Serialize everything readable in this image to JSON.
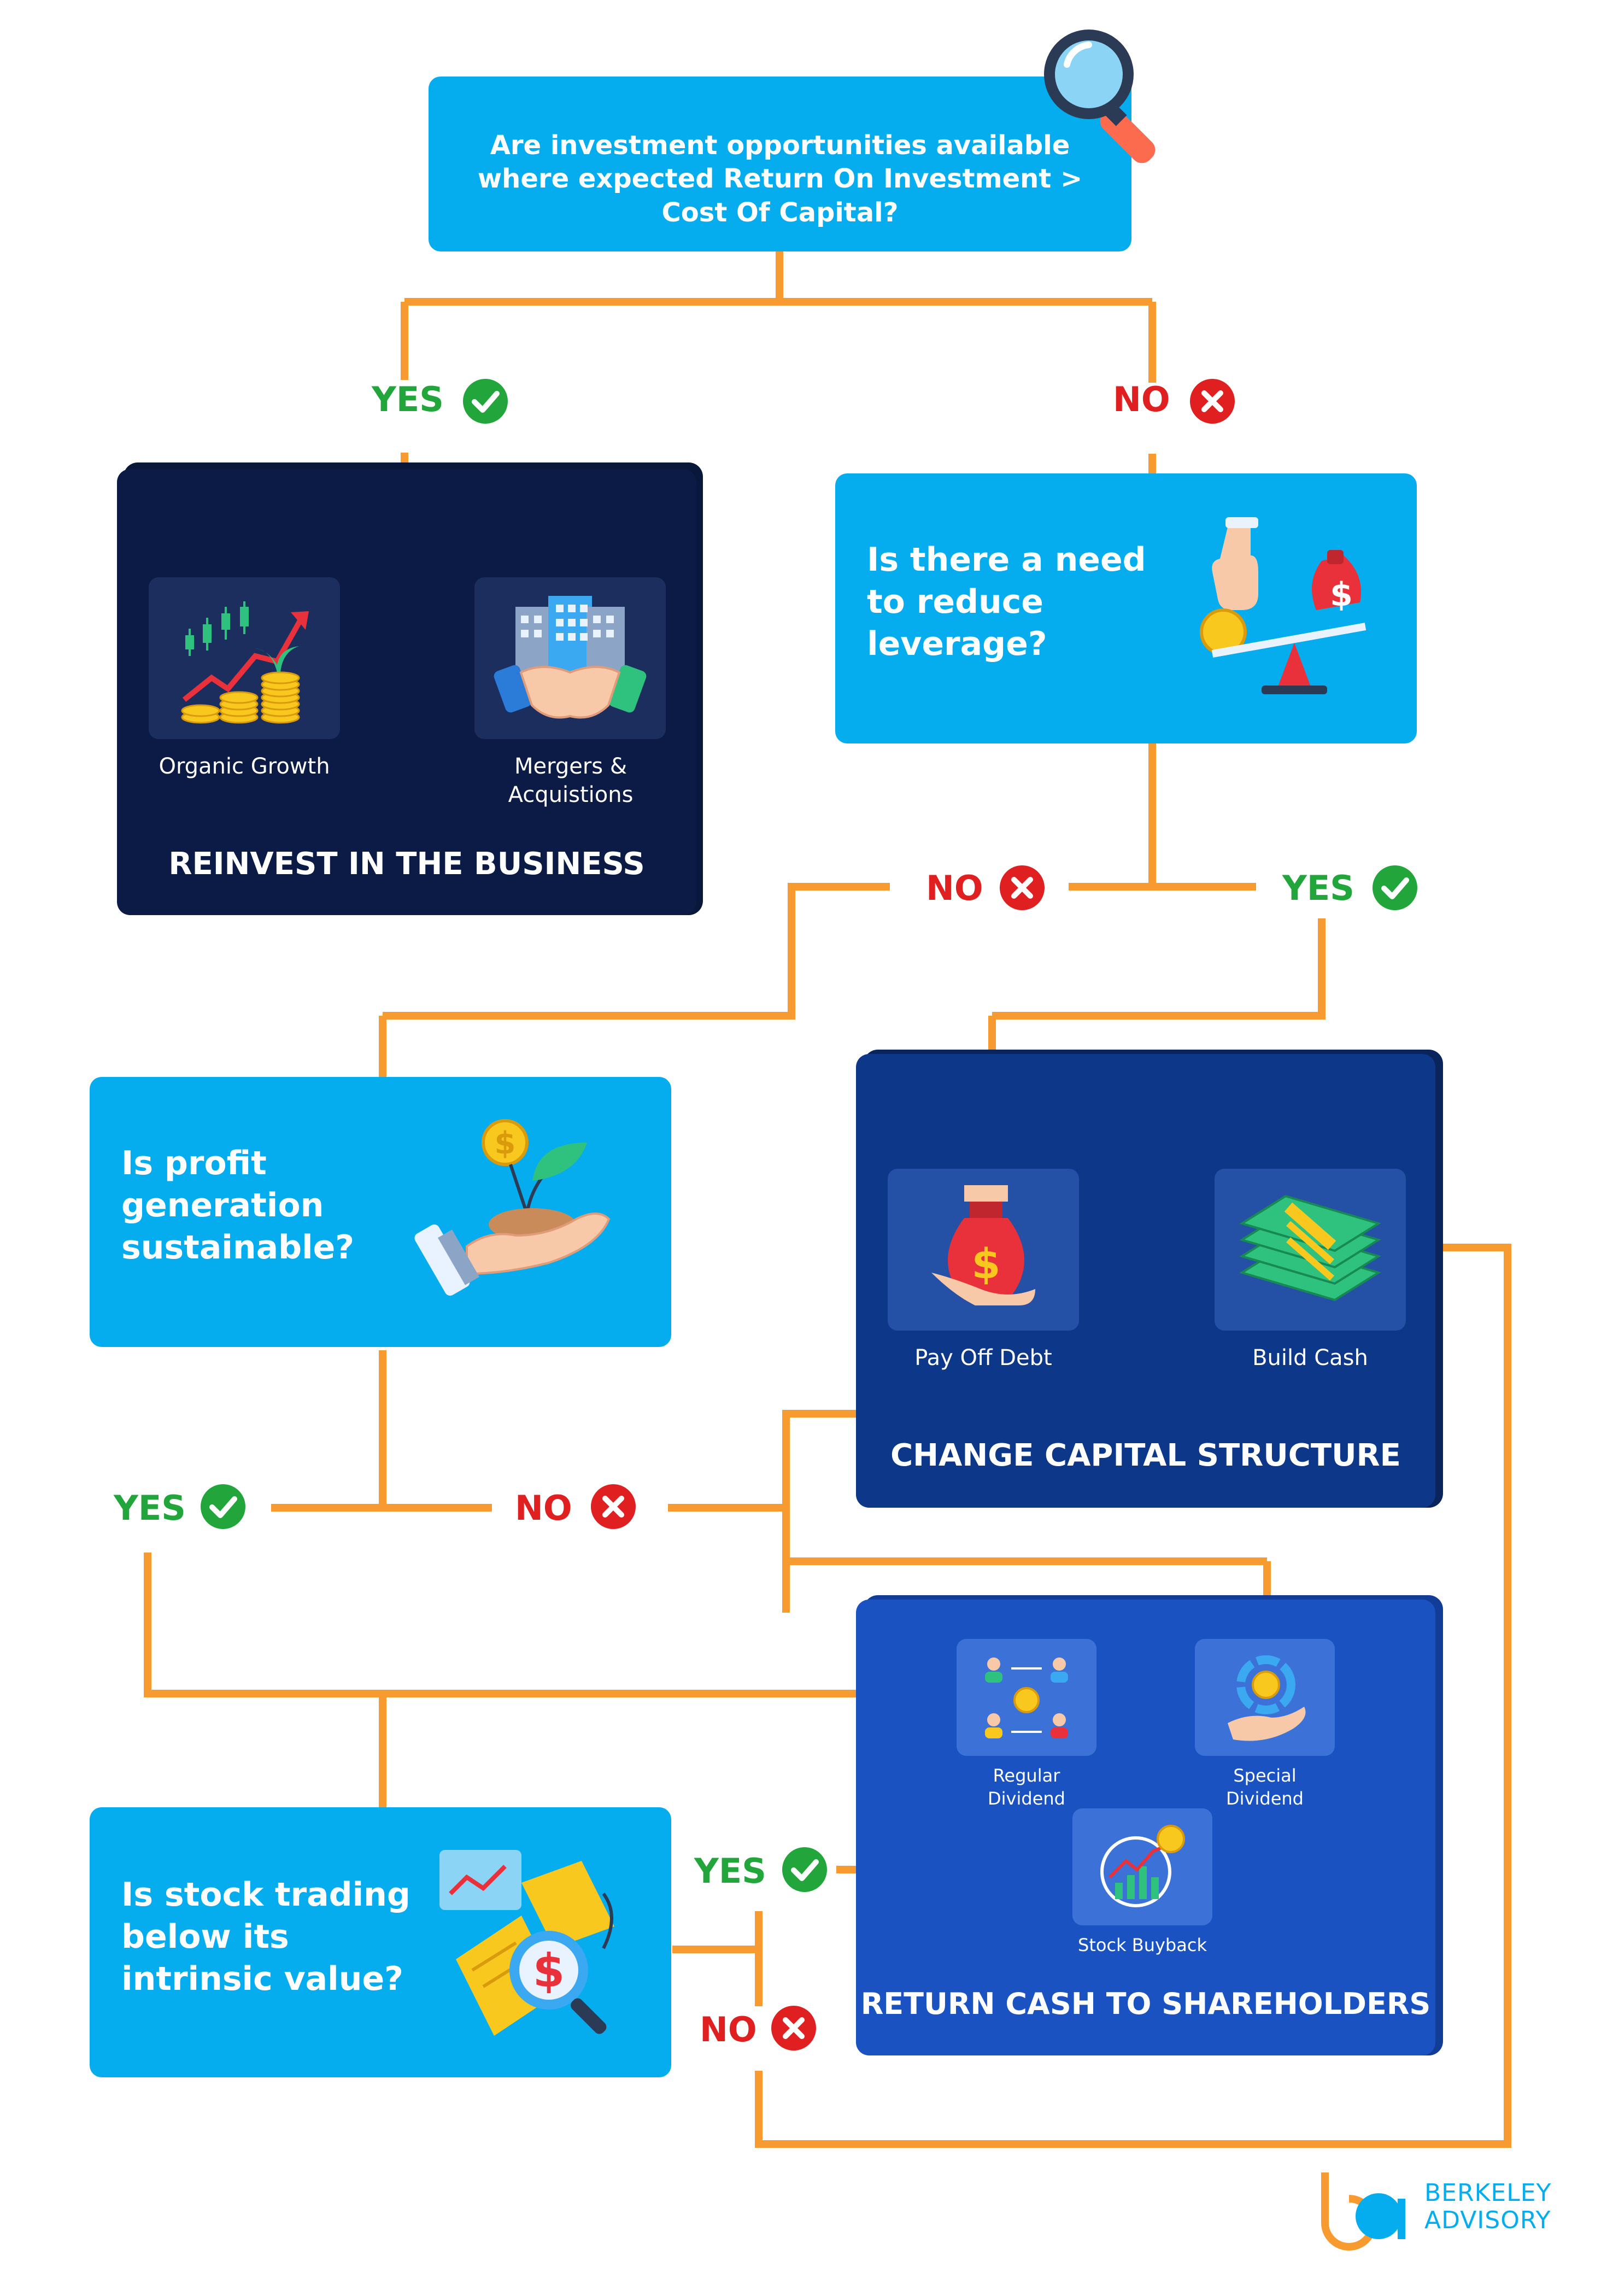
{
  "colors": {
    "connector": "#F79A30",
    "question_bg": "#05ADEE",
    "reinvest_bg": "#0B1B46",
    "capital_bg": "#0D3788",
    "return_bg": "#1B52C2",
    "yes_green": "#22A63C",
    "no_red": "#E02020",
    "logo_orange": "#F79A30",
    "logo_blue": "#05ADEE"
  },
  "questions": {
    "q1": "Are investment opportunities available where expected Return On Investment > Cost Of Capital?",
    "q2": "Is there a need to reduce leverage?",
    "q3": "Is profit generation sustainable?",
    "q4": "Is stock trading below its intrinsic value?"
  },
  "labels": {
    "yes": "YES",
    "no": "NO"
  },
  "reinvest": {
    "title": "REINVEST IN THE BUSINESS",
    "items": [
      {
        "label": "Organic Growth",
        "icon": "growth-chart-coins-icon"
      },
      {
        "label": "Mergers & Acquistions",
        "icon": "handshake-building-icon"
      }
    ]
  },
  "capital": {
    "title": "CHANGE CAPITAL STRUCTURE",
    "items": [
      {
        "label": "Pay Off Debt",
        "icon": "money-bag-hand-icon"
      },
      {
        "label": "Build Cash",
        "icon": "cash-stack-icon"
      }
    ]
  },
  "returns": {
    "title": "RETURN CASH TO SHAREHOLDERS",
    "items": [
      {
        "label": "Regular Dividend",
        "icon": "shareholders-exchange-icon"
      },
      {
        "label": "Special Dividend",
        "icon": "hand-coin-chart-icon"
      },
      {
        "label": "Stock Buyback",
        "icon": "chart-coin-icon"
      }
    ]
  },
  "logo": {
    "line1": "BERKELEY",
    "line2": "ADVISORY"
  }
}
